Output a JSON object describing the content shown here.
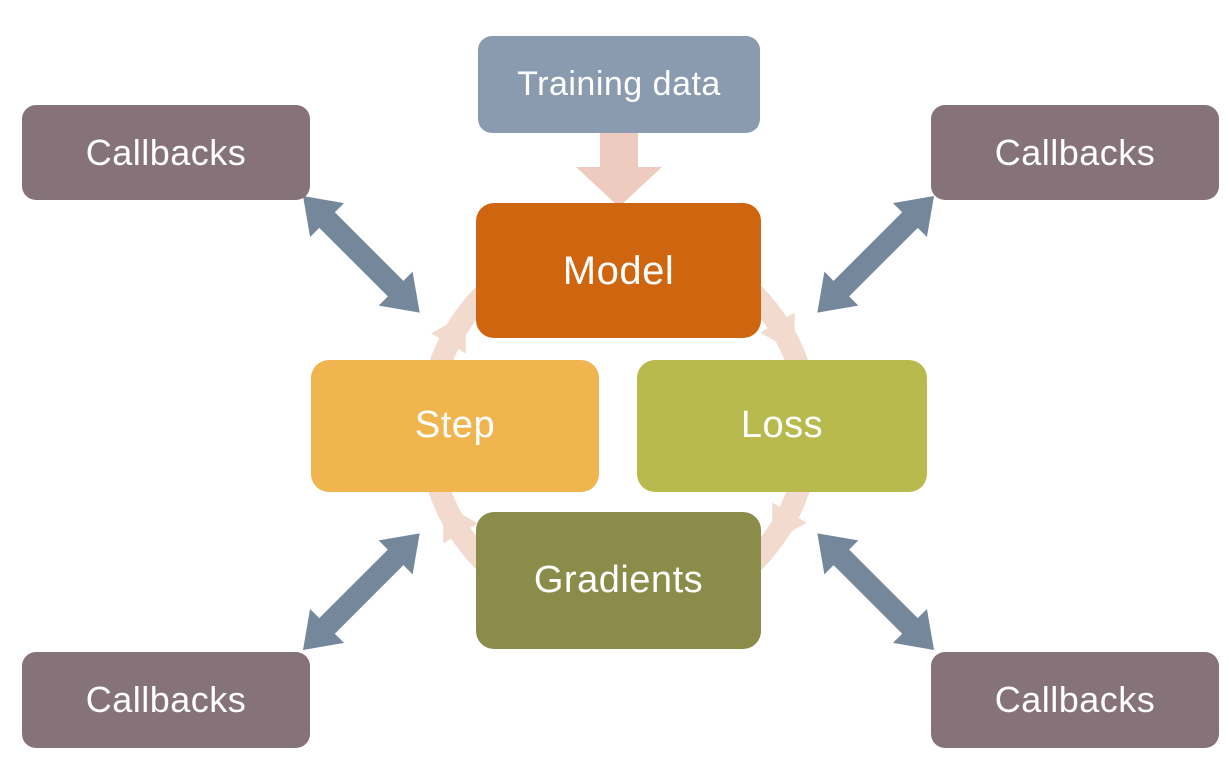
{
  "diagram": {
    "type": "training-loop-cycle",
    "input": {
      "label": "Training data",
      "color": "#8a9bb0",
      "arrow_color": "#edccbf",
      "arrow_direction": "down"
    },
    "center_cycle": {
      "direction": "clockwise",
      "ring_color": "#f3dacf",
      "nodes": [
        {
          "id": "model",
          "label": "Model",
          "color": "#d0650f"
        },
        {
          "id": "loss",
          "label": "Loss",
          "color": "#b9ba4d"
        },
        {
          "id": "gradients",
          "label": "Gradients",
          "color": "#8b8b4a"
        },
        {
          "id": "step",
          "label": "Step",
          "color": "#f0b54e"
        }
      ]
    },
    "callbacks": {
      "label": "Callbacks",
      "color": "#867379",
      "arrow_color": "#74879b",
      "arrow_style": "double-headed",
      "positions": [
        "top-left",
        "top-right",
        "bottom-left",
        "bottom-right"
      ]
    }
  }
}
